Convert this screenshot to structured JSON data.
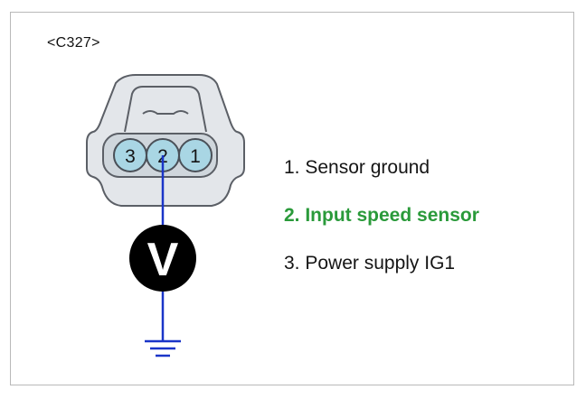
{
  "connector": {
    "id": "<C327>",
    "pins": [
      "3",
      "2",
      "1"
    ],
    "measured_pin": "2"
  },
  "meter": {
    "symbol": "V"
  },
  "legend": {
    "items": [
      {
        "text": "1. Sensor ground",
        "color": "#151515"
      },
      {
        "text": "2. Input speed sensor",
        "color": "#2a9a3a"
      },
      {
        "text": "3. Power supply IG1",
        "color": "#151515"
      }
    ]
  },
  "colors": {
    "wire": "#1a35c8",
    "pin_fill": "#a9d6e4",
    "connector_body": "#e3e6ea",
    "connector_stroke": "#5b5f66",
    "meter_fill": "#000000"
  }
}
